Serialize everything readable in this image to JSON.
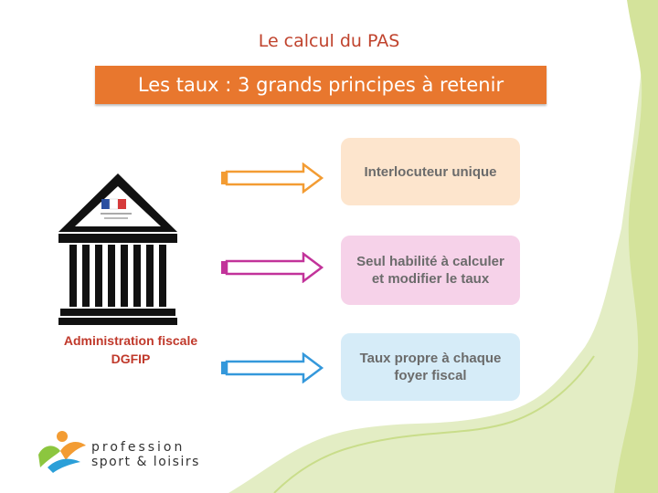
{
  "slide": {
    "supertitle": "Le calcul du PAS",
    "banner_title": "Les taux : 3 grands principes à retenir"
  },
  "administration": {
    "label_line1": "Administration fiscale",
    "label_line2": "DGFIP",
    "icon": "bank-building-icon"
  },
  "principles": [
    {
      "line1": "Interlocuteur unique",
      "line2": "",
      "arrow_color": "#f39c33",
      "box_color": "#fde5cd"
    },
    {
      "line1": "Seul habilité à calculer",
      "line2": "et modifier le taux",
      "arrow_color": "#c2339a",
      "box_color": "#f6d2e9"
    },
    {
      "line1": "Taux propre à chaque",
      "line2": "foyer fiscal",
      "arrow_color": "#3498db",
      "box_color": "#d6ecf8"
    }
  ],
  "logo": {
    "line1": "profession",
    "line2": "sport & loisirs"
  },
  "colors": {
    "banner": "#e8772e",
    "title_red": "#c0432d",
    "green_decor": "#e3edc4",
    "green_line": "#c9dd8a"
  }
}
